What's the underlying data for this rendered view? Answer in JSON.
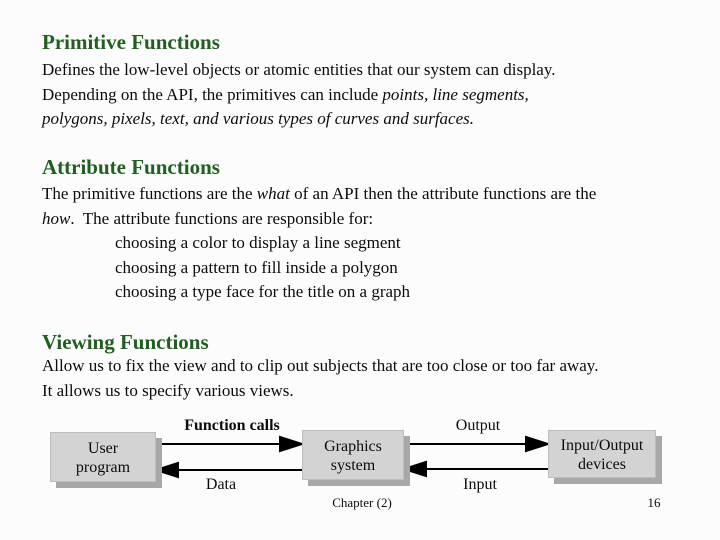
{
  "theme": {
    "background": "#fcfcfc",
    "heading_color": "#225e22",
    "text_color": "#0b0b0b",
    "box_fill": "#d3d3d3",
    "box_border": "#bdbdbd",
    "box_shadow_color": "#a8a8a8",
    "arrow_color": "#000000"
  },
  "sections": [
    {
      "heading": "Primitive Functions",
      "lines": [
        {
          "segments": [
            {
              "text": "Defines the low-level objects or atomic entities that our system can display.",
              "italic": false
            }
          ]
        },
        {
          "segments": [
            {
              "text": "Depending on the API, the primitives can include ",
              "italic": false
            },
            {
              "text": "points, line segments,",
              "italic": true
            }
          ]
        },
        {
          "segments": [
            {
              "text": "polygons, pixels, text, and various types of curves and surfaces.",
              "italic": true
            }
          ]
        }
      ]
    },
    {
      "heading": "Attribute Functions",
      "lines": [
        {
          "segments": [
            {
              "text": "The primitive functions are the ",
              "italic": false
            },
            {
              "text": "what",
              "italic": true
            },
            {
              "text": " of an API then the attribute functions are the",
              "italic": false
            }
          ]
        },
        {
          "segments": [
            {
              "text": "how",
              "italic": true
            },
            {
              "text": ".  The attribute functions are responsible for:",
              "italic": false
            }
          ]
        },
        {
          "indent": true,
          "segments": [
            {
              "text": "choosing a color to display a line segment",
              "italic": false
            }
          ]
        },
        {
          "indent": true,
          "segments": [
            {
              "text": "choosing a pattern to fill inside a polygon",
              "italic": false
            }
          ]
        },
        {
          "indent": true,
          "segments": [
            {
              "text": "choosing a type face for the title on a graph",
              "italic": false
            }
          ]
        }
      ]
    },
    {
      "heading": "Viewing Functions",
      "lines": [
        {
          "segments": [
            {
              "text": "Allow us to fix the view and to clip out subjects that are too close or too far away.",
              "italic": false
            }
          ]
        },
        {
          "segments": [
            {
              "text": "It allows us to specify various views.",
              "italic": false
            }
          ]
        }
      ]
    }
  ],
  "diagram": {
    "boxes": [
      {
        "line1": "User",
        "line2": "program"
      },
      {
        "line1": "Graphics",
        "line2": "system"
      },
      {
        "line1": "Input/Output",
        "line2": "devices"
      }
    ],
    "arrows": [
      {
        "label": "Function calls",
        "direction": "right"
      },
      {
        "label": "Data",
        "direction": "left"
      },
      {
        "label": "Output",
        "direction": "right"
      },
      {
        "label": "Input",
        "direction": "left"
      }
    ]
  },
  "footer": {
    "chapter": "Chapter (2)",
    "page_number": "16"
  }
}
